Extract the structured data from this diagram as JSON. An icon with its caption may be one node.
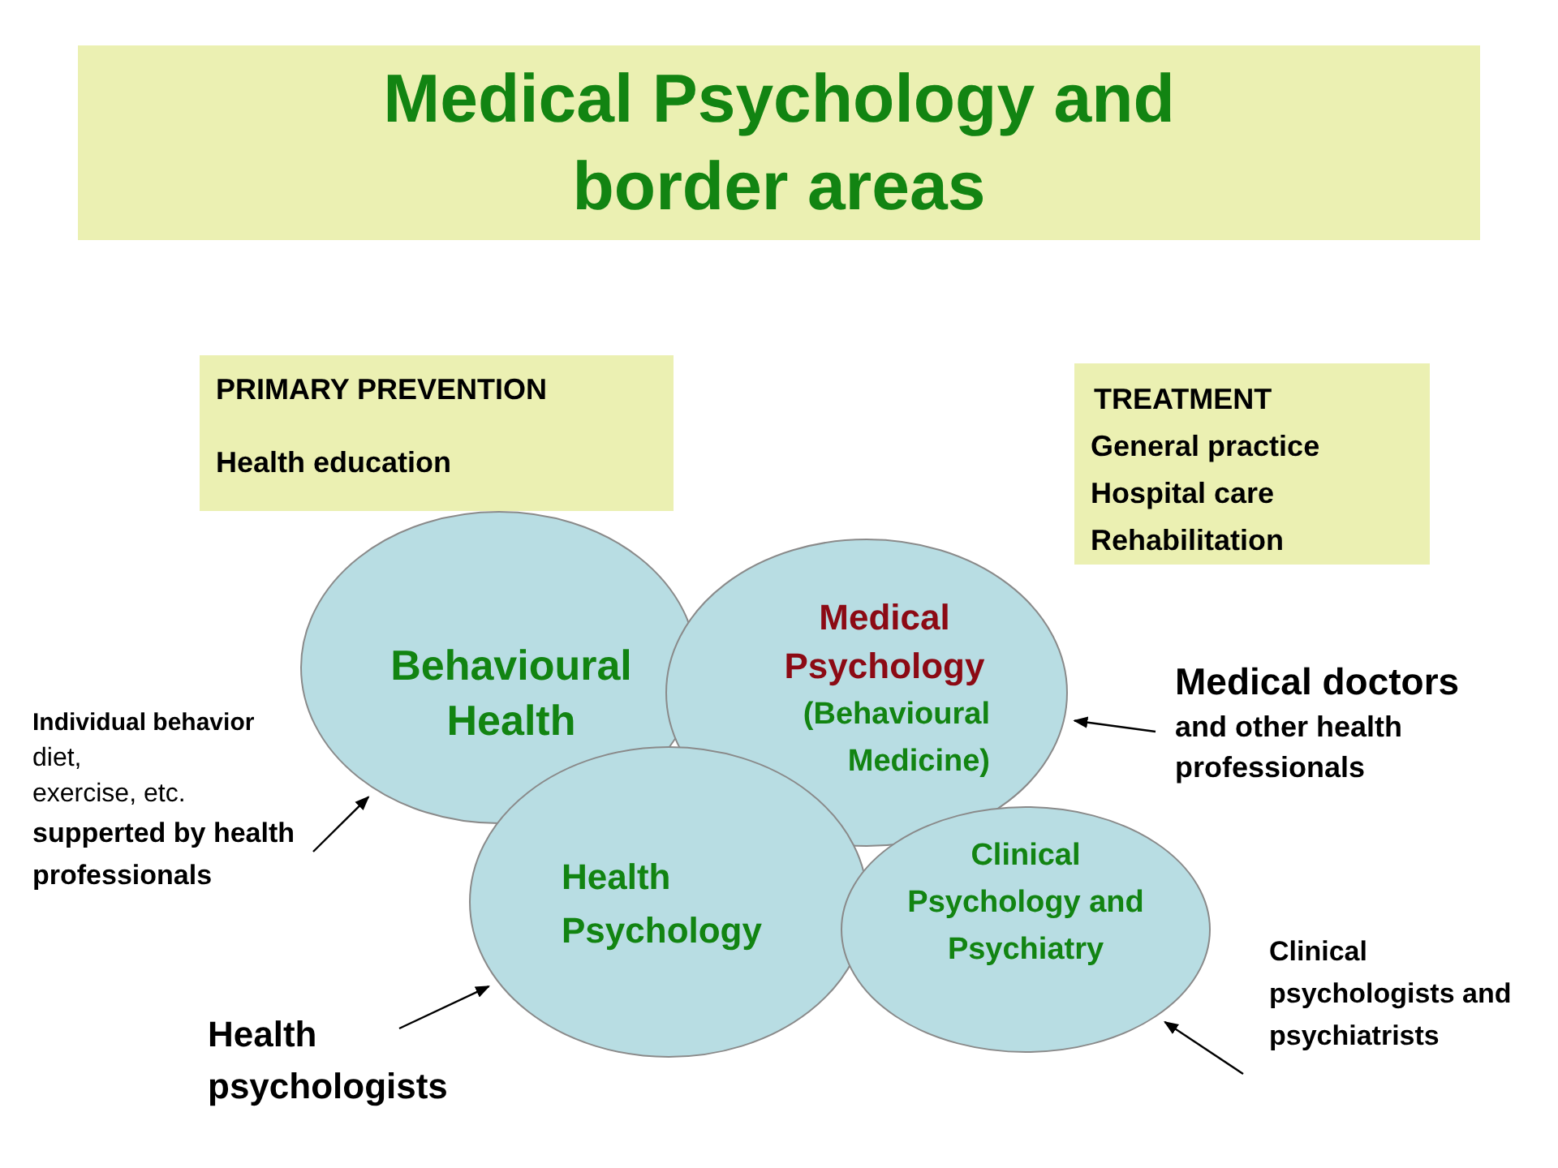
{
  "diagram": {
    "title": "Medical Psychology and border areas",
    "nodes": [
      {
        "text": [
          "PRIMARY PREVENTION",
          "Health education"
        ]
      },
      {
        "text": [
          "TREATMENT",
          "General practice",
          "Hospital care",
          "Rehabilitation"
        ]
      },
      {
        "text": [
          "Behavioural Health"
        ]
      },
      {
        "text": [
          "Medical Psychology",
          "(Behavioural Medicine)"
        ]
      },
      {
        "text": [
          "Health Psychology"
        ]
      },
      {
        "text": [
          "Clinical Psychology and Psychiatry"
        ]
      },
      {
        "text": [
          "Individual behavior",
          "diet,",
          "exercise, etc.",
          "supperted by health professionals"
        ]
      },
      {
        "text": [
          "Medical doctors",
          "and other health professionals"
        ]
      },
      {
        "text": [
          "Health psychologists"
        ]
      },
      {
        "text": [
          "Clinical psychologists and psychiatrists"
        ]
      }
    ],
    "edges": [
      {
        "from": 6,
        "to": 2,
        "arrow": "to"
      },
      {
        "from": 7,
        "to": 3,
        "arrow": "to"
      },
      {
        "from": 8,
        "to": 4,
        "arrow": "to"
      },
      {
        "from": 9,
        "to": 5,
        "arrow": "to"
      }
    ]
  }
}
